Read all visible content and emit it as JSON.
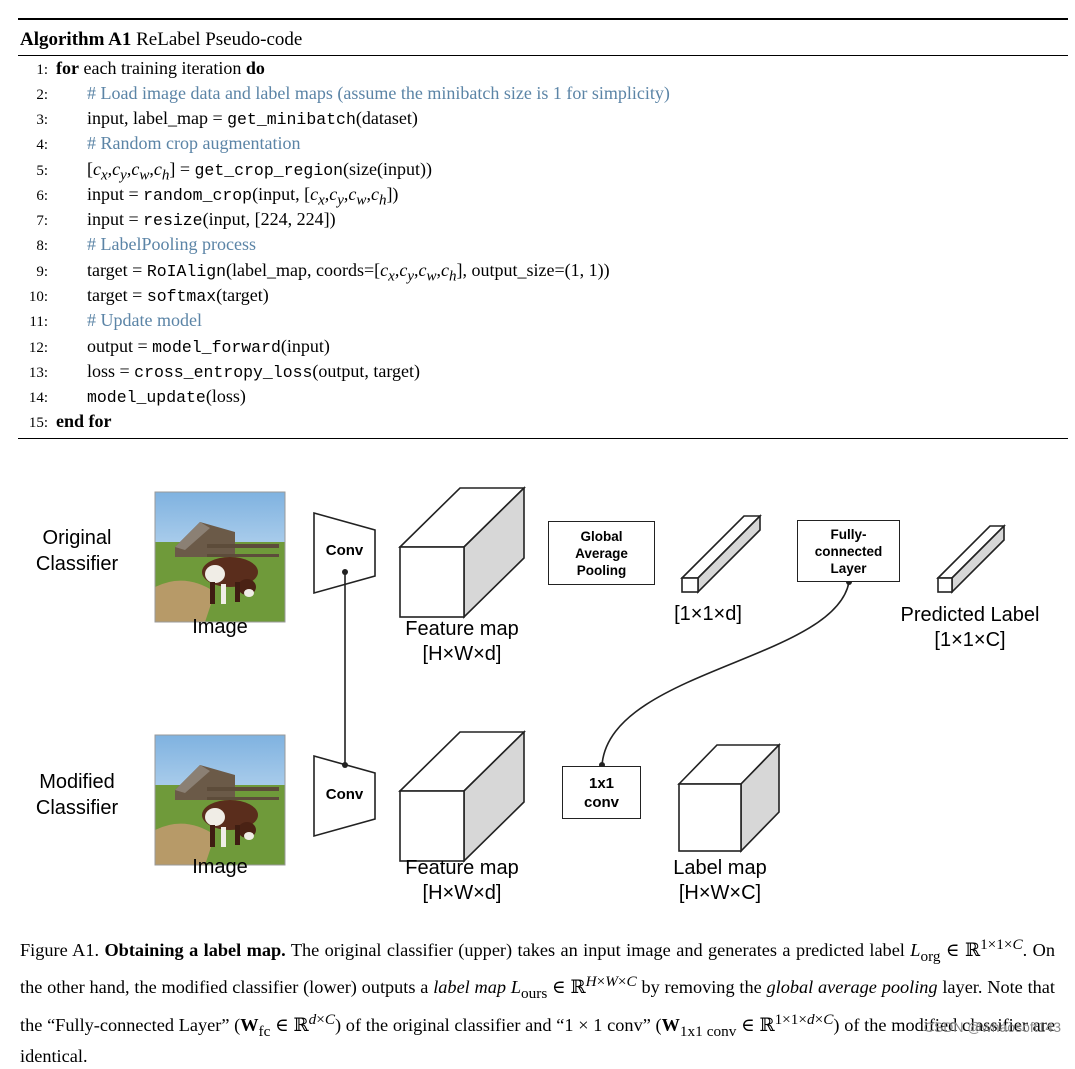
{
  "algorithm": {
    "title_bold": "Algorithm A1",
    "title_rest": "ReLabel Pseudo-code",
    "lines": [
      {
        "num": "1:",
        "kw": "for",
        "text": "each training iteration",
        "kw2": "do"
      },
      {
        "num": "2:",
        "comment": "# Load image data and label maps (assume the minibatch size is 1 for simplicity)"
      },
      {
        "num": "3:",
        "pre": "input, label_map = ",
        "fn": "get_minibatch",
        "post": "(dataset)"
      },
      {
        "num": "4:",
        "comment": "# Random crop augmentation"
      },
      {
        "num": "5:",
        "pre": "[c_x,c_y,c_w,c_h] = ",
        "fn": "get_crop_region",
        "post": "(size(input))"
      },
      {
        "num": "6:",
        "pre": "input = ",
        "fn": "random_crop",
        "post": "(input, [c_x,c_y,c_w,c_h])"
      },
      {
        "num": "7:",
        "pre": "input = ",
        "fn": "resize",
        "post": "(input, [224, 224])"
      },
      {
        "num": "8:",
        "comment": "# LabelPooling process"
      },
      {
        "num": "9:",
        "pre": "target = ",
        "fn": "RoIAlign",
        "post": "(label_map, coords=[c_x,c_y,c_w,c_h], output_size=(1, 1))"
      },
      {
        "num": "10:",
        "pre": "target = ",
        "fn": "softmax",
        "post": "(target)"
      },
      {
        "num": "11:",
        "comment": "# Update model"
      },
      {
        "num": "12:",
        "pre": "output = ",
        "fn": "model_forward",
        "post": "(input)"
      },
      {
        "num": "13:",
        "pre": "loss = ",
        "fn": "cross_entropy_loss",
        "post": "(output, target)"
      },
      {
        "num": "14:",
        "pre": "",
        "fn": "model_update",
        "post": "(loss)"
      },
      {
        "num": "15:",
        "kw": "end for"
      }
    ]
  },
  "figure": {
    "original_classifier_label": [
      "Original",
      "Classifier"
    ],
    "modified_classifier_label": [
      "Modified",
      "Classifier"
    ],
    "image_label_top": "Image",
    "image_label_bottom": "Image",
    "conv_top": "Conv",
    "conv_bottom": "Conv",
    "feature_map_top": [
      "Feature map",
      "[H×W×d]"
    ],
    "feature_map_bottom": [
      "Feature map",
      "[H×W×d]"
    ],
    "gap_box": [
      "Global",
      "Average",
      "Pooling"
    ],
    "vector_label": "[1×1×d]",
    "fc_box": [
      "Fully-",
      "connected",
      "Layer"
    ],
    "predicted_label": [
      "Predicted Label",
      "[1×1×C]"
    ],
    "conv1x1_box": [
      "1x1",
      "conv"
    ],
    "label_map": [
      "Label map",
      "[H×W×C]"
    ]
  },
  "caption": {
    "prefix": "Figure A1.",
    "bold": "Obtaining a label map.",
    "body": "The original classifier (upper) takes an input image and generates a predicted label L_org ∈ ℝ^{1×1×C}. On the other hand, the modified classifier (lower) outputs a label map L_ours ∈ ℝ^{H×W×C} by removing the global average pooling layer. Note that the \"Fully-connected Layer\" (W_fc ∈ ℝ^{d×C}) of the original classifier and \"1 × 1 conv\" (W_1x1 conv ∈ ℝ^{1×1×d×C}) of the modified classifier are identical."
  },
  "watermark": "CSDN @whaosoft143"
}
